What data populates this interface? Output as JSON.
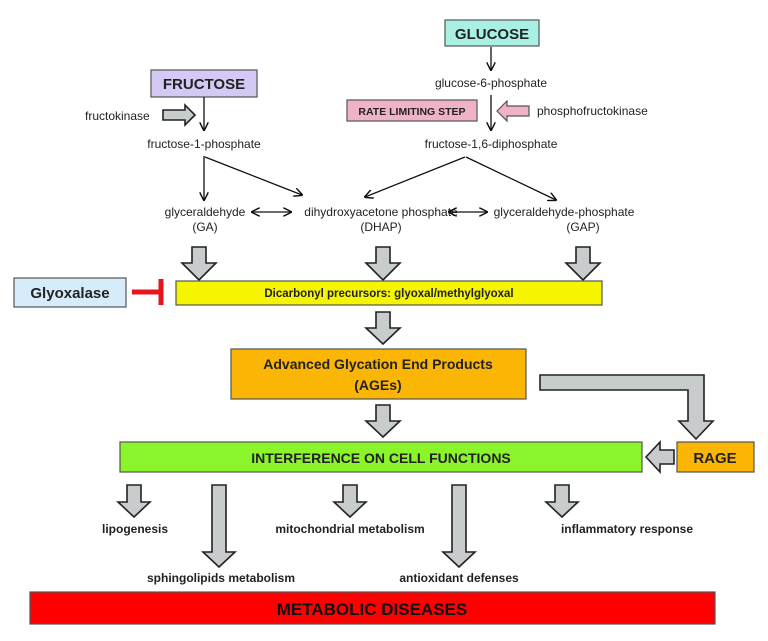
{
  "colors": {
    "fructose": "#d4c8f5",
    "glucose": "#a8f0e4",
    "rate_limiting": "#f0b2c8",
    "glyoxalase": "#d6ecfb",
    "dicarbonyl": "#f5f500",
    "ages": "#fbb505",
    "interference": "#8af52a",
    "rage": "#fbb505",
    "metabolic": "#ff0000",
    "inhibition": "#e8141e",
    "arrow_fill": "#c8cccc"
  },
  "nodes": {
    "fructose": "FRUCTOSE",
    "glucose": "GLUCOSE",
    "glucose_6_phosphate": "glucose-6-phosphate",
    "rate_limiting_step": "RATE LIMITING STEP",
    "phosphofructokinase": "phosphofructokinase",
    "fructokinase": "fructokinase",
    "fructose_1_phosphate": "fructose-1-phosphate",
    "fructose_16_diphosphate": "fructose-1,6-diphosphate",
    "glyceraldehyde": "glyceraldehyde",
    "glyceraldehyde_abbr": "(GA)",
    "dhap": "dihydroxyacetone phosphate",
    "dhap_abbr": "(DHAP)",
    "gap": "glyceraldehyde-phosphate",
    "gap_abbr": "(GAP)",
    "glyoxalase": "Glyoxalase",
    "dicarbonyl": "Dicarbonyl precursors: glyoxal/methylglyoxal",
    "ages_line1": "Advanced Glycation End Products",
    "ages_line2": "(AGEs)",
    "interference": "INTERFERENCE ON CELL FUNCTIONS",
    "rage": "RAGE",
    "metabolic_diseases": "METABOLIC DISEASES"
  },
  "outcomes": [
    {
      "label": "lipogenesis"
    },
    {
      "label": "sphingolipids metabolism"
    },
    {
      "label": "mitochondrial metabolism"
    },
    {
      "label": "antioxidant defenses"
    },
    {
      "label": "inflammatory response"
    }
  ]
}
